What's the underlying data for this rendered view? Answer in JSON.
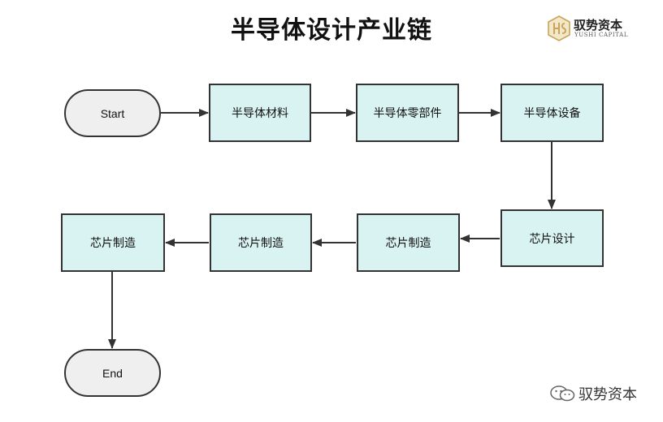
{
  "title": "半导体设计产业链",
  "brand": {
    "name": "驭势资本",
    "name_en": "YUSHI CAPITAL"
  },
  "watermark": {
    "text": "驭势资本",
    "icon": "wechat-icon"
  },
  "flowchart": {
    "start": "Start",
    "end": "End",
    "steps": [
      "半导体材料",
      "半导体零部件",
      "半导体设备",
      "芯片设计",
      "芯片制造",
      "芯片制造",
      "芯片制造"
    ]
  },
  "colors": {
    "process_fill": "#d9f3f2",
    "terminal_fill": "#efefef",
    "stroke": "#333333",
    "logo_gold": "#c9a45a"
  }
}
